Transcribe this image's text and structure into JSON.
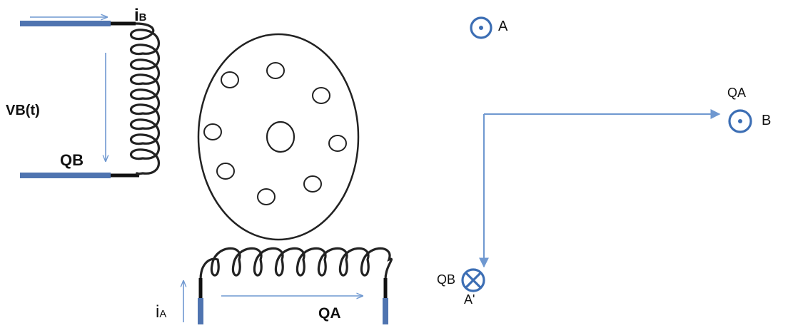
{
  "colors": {
    "lead_blue": "#4f74b0",
    "arrow_blue": "#6f98d0",
    "symbol_blue": "#3c6eb4",
    "ink": "#111111"
  },
  "coil_b": {
    "current_symbol": "i",
    "current_subscript": "B",
    "voltage_label": "VB(t)",
    "terminal_label": "QB"
  },
  "coil_a": {
    "current_symbol": "i",
    "current_subscript": "A",
    "terminal_label": "QA"
  },
  "vector_diagram": {
    "point_a_label": "A",
    "point_b_label": "B",
    "point_b_top_label": "QA",
    "point_a_prime_label": "A'",
    "point_a_prime_side_label": "QB"
  },
  "icons": {
    "rotor": "rotor-disc-icon",
    "out_of_page": "dot-in-circle-icon",
    "into_page": "cross-in-circle-icon"
  }
}
